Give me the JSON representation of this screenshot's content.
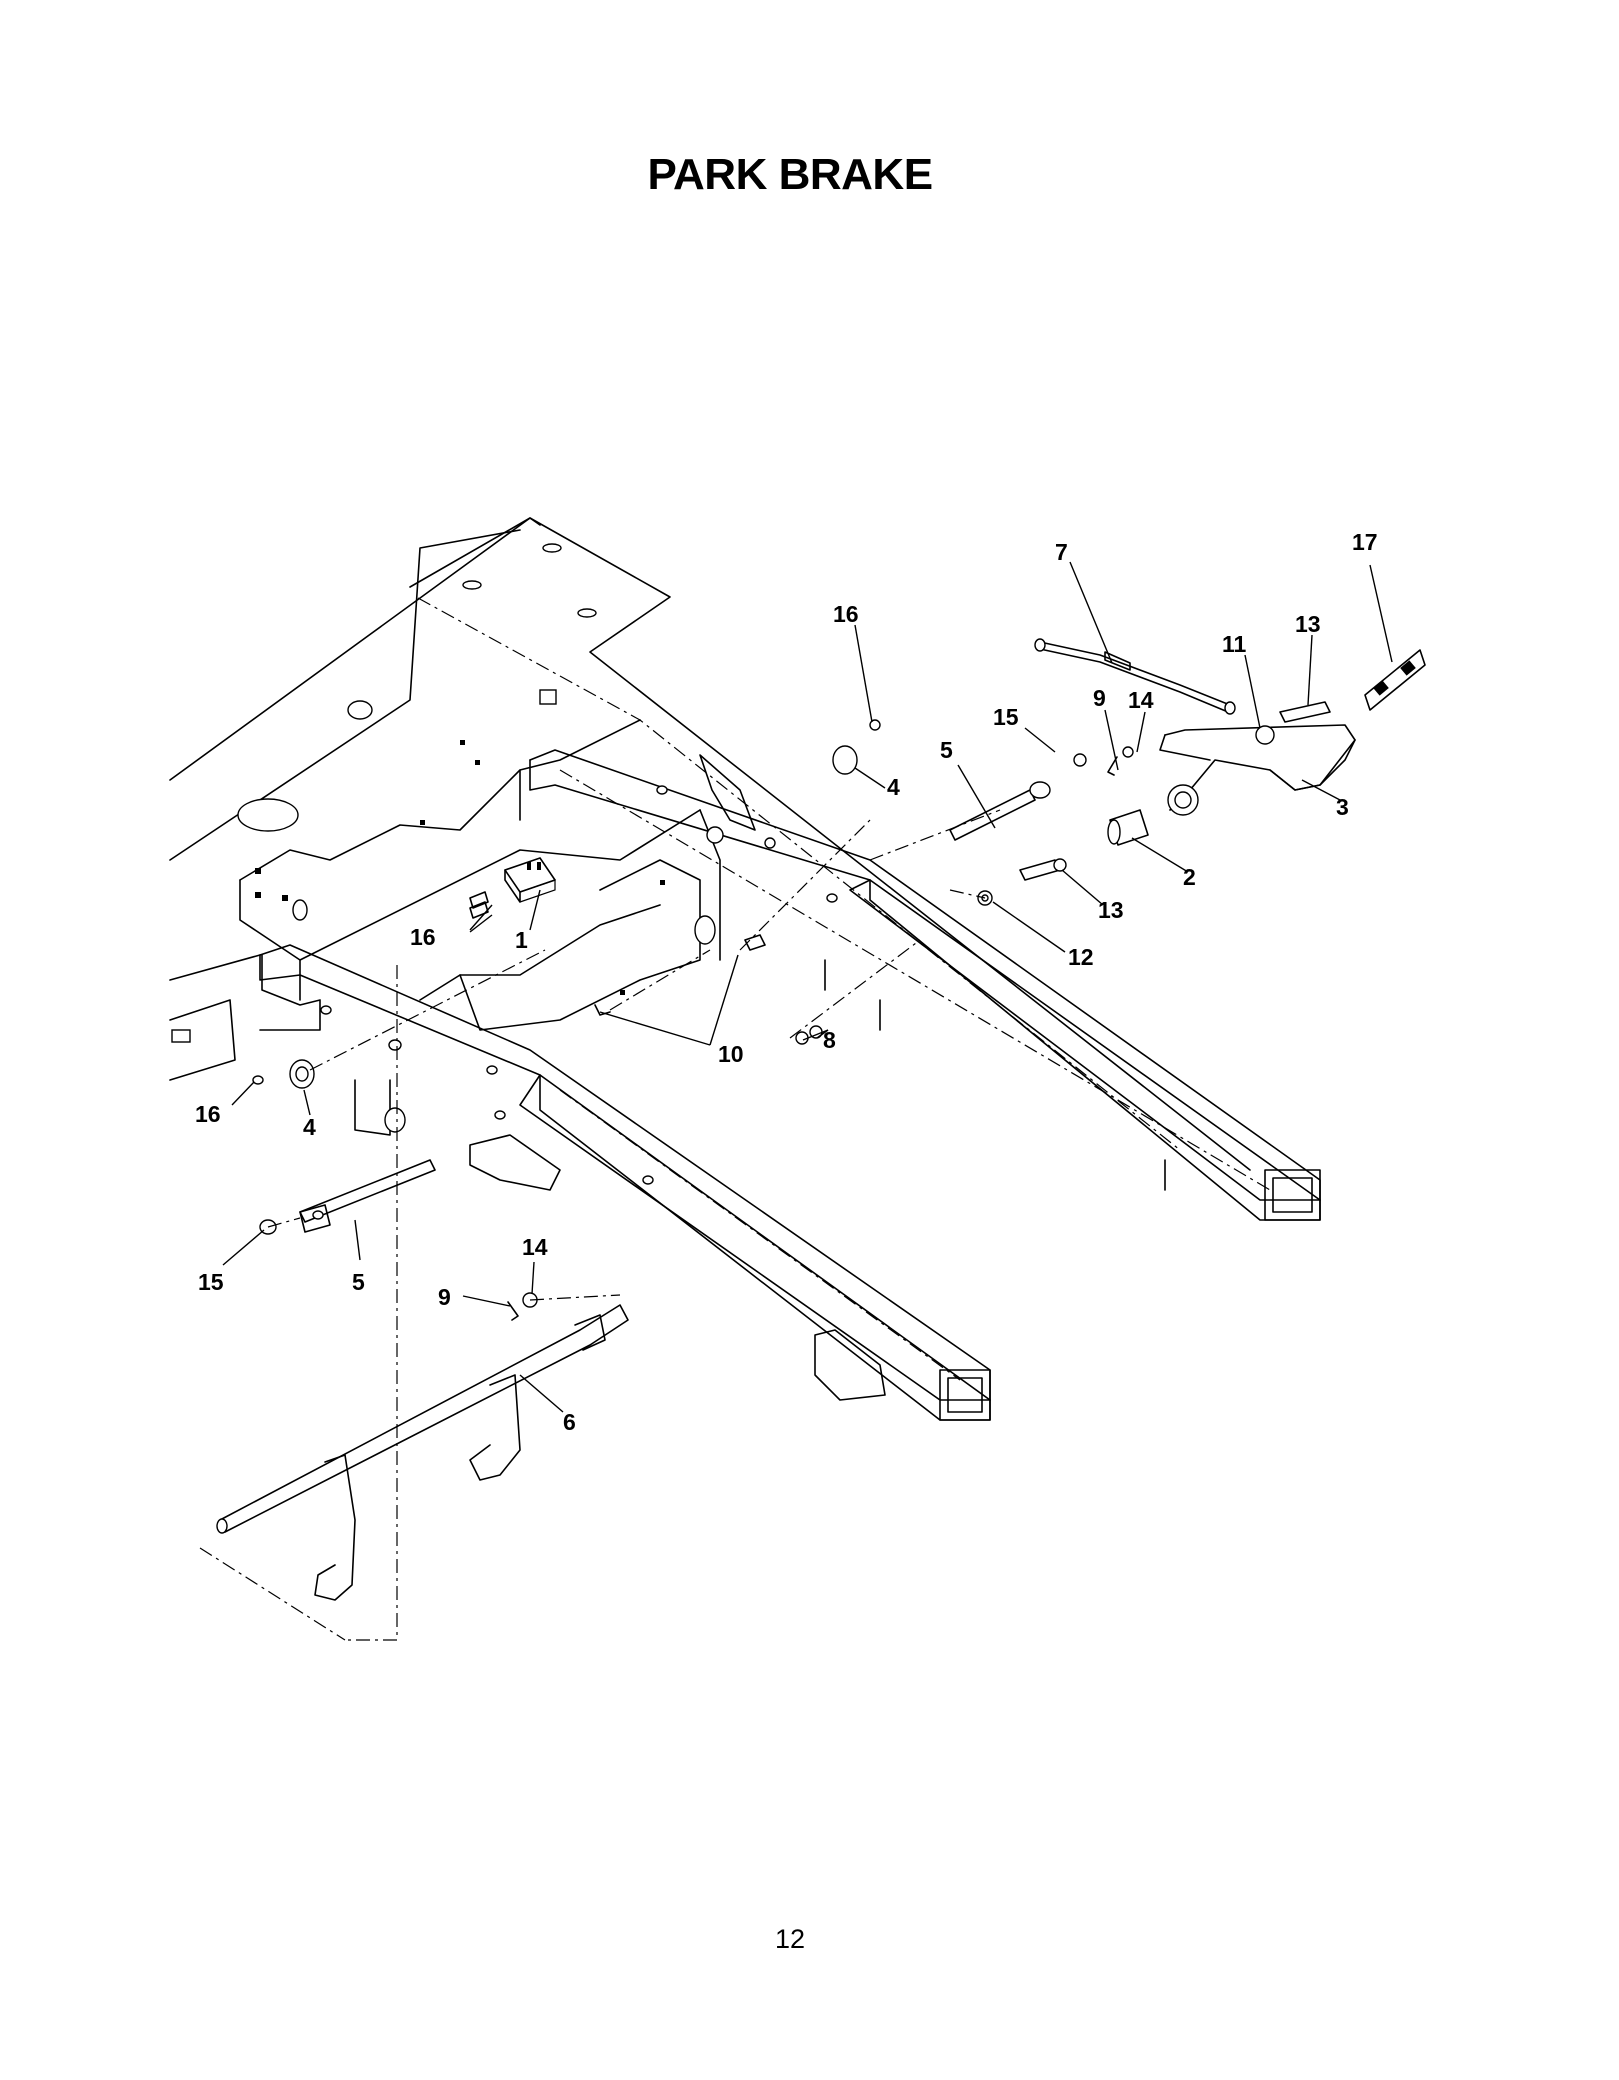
{
  "title": "PARK BRAKE",
  "page_number": "12",
  "callouts": [
    {
      "id": "c17",
      "label": "17"
    },
    {
      "id": "c7",
      "label": "7"
    },
    {
      "id": "c16a",
      "label": "16"
    },
    {
      "id": "c13a",
      "label": "13"
    },
    {
      "id": "c11",
      "label": "11"
    },
    {
      "id": "c9a",
      "label": "9"
    },
    {
      "id": "c14a",
      "label": "14"
    },
    {
      "id": "c15a",
      "label": "15"
    },
    {
      "id": "c5a",
      "label": "5"
    },
    {
      "id": "c4a",
      "label": "4"
    },
    {
      "id": "c3",
      "label": "3"
    },
    {
      "id": "c2",
      "label": "2"
    },
    {
      "id": "c13b",
      "label": "13"
    },
    {
      "id": "c12",
      "label": "12"
    },
    {
      "id": "c16b",
      "label": "16"
    },
    {
      "id": "c1",
      "label": "1"
    },
    {
      "id": "c10",
      "label": "10"
    },
    {
      "id": "c8",
      "label": "8"
    },
    {
      "id": "c16c",
      "label": "16"
    },
    {
      "id": "c4b",
      "label": "4"
    },
    {
      "id": "c15b",
      "label": "15"
    },
    {
      "id": "c5b",
      "label": "5"
    },
    {
      "id": "c14b",
      "label": "14"
    },
    {
      "id": "c9b",
      "label": "9"
    },
    {
      "id": "c6",
      "label": "6"
    }
  ]
}
